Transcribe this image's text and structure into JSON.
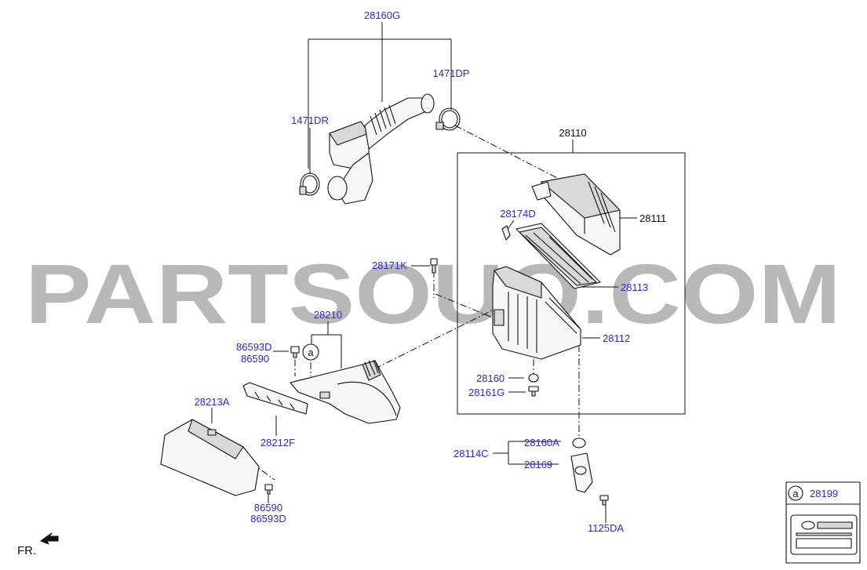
{
  "colors": {
    "label": "#2a2ad8",
    "label_black": "#111111",
    "line": "#111111",
    "watermark": "#b8b8b8",
    "part_fill": "#f6f6f6",
    "part_shade": "#d8d8d8"
  },
  "watermark": {
    "text": "PARTSOUQ.COM"
  },
  "labels": {
    "p28160G": "28160G",
    "p1471DP": "1471DP",
    "p1471DR": "1471DR",
    "p28110": "28110",
    "p28111": "28111",
    "p28174D": "28174D",
    "p28171K": "28171K",
    "p28113": "28113",
    "p28112": "28112",
    "p28210": "28210",
    "p86593D_top": "86593D",
    "p86590_top": "86590",
    "p28160": "28160",
    "p28161G": "28161G",
    "p28213A": "28213A",
    "p28212F": "28212F",
    "p28160A": "28160A",
    "p28114C": "28114C",
    "p28169": "28169",
    "p86590_bottom": "86590",
    "p86593D_bottom": "86593D",
    "p1125DA": "1125DA",
    "callout_letter": "a",
    "p28199": "28199",
    "front_marker": "FR."
  },
  "icons": {
    "callout": "circle-letter-icon",
    "front_arrow": "front-arrow-icon",
    "sticker": "hyundai-label-sticker-icon"
  }
}
